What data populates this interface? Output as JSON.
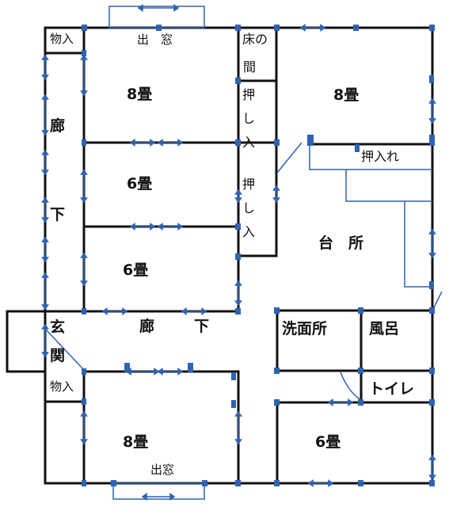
{
  "plan": {
    "colors": {
      "wall": "#111111",
      "fixture": "#2e63b3",
      "background": "#ffffff"
    },
    "rooms": {
      "room_8jo_northwest": "8畳",
      "room_6jo_middle": "6畳",
      "room_6jo_lower": "6畳",
      "room_8jo_northeast": "8畳",
      "kitchen": "台　所",
      "washroom": "洗面所",
      "bath": "風呂",
      "toilet": "トイレ",
      "room_8jo_southwest": "8畳",
      "room_6jo_southeast": "6畳"
    },
    "labels": {
      "storage_north": "物入",
      "storage_south": "物入",
      "bay_window_north": "出　窓",
      "bay_window_south": "出窓",
      "tokonoma_line1": "床の",
      "tokonoma_line2": "間",
      "closet_upper": "押し入",
      "closet_middle": "押し入",
      "closet_northeast": "押入れ",
      "corridor_side_1": "廊",
      "corridor_side_2": "下",
      "entrance_1": "玄",
      "entrance_2": "関",
      "corridor_main_1": "廊",
      "corridor_main_2": "下"
    }
  }
}
